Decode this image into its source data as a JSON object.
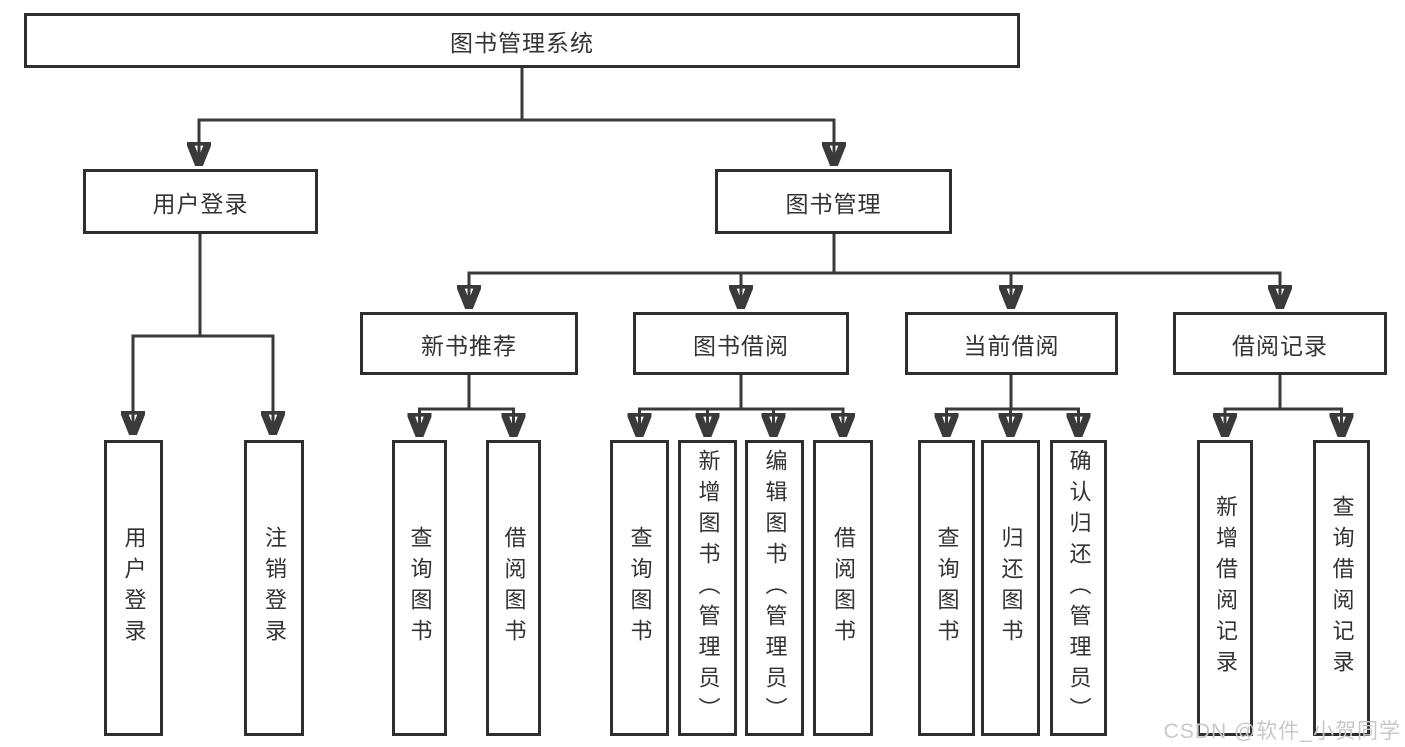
{
  "tree": {
    "label": "图书管理系统",
    "children": [
      {
        "label": "用户登录",
        "children": [
          {
            "label": "用户登录"
          },
          {
            "label": "注销登录"
          }
        ]
      },
      {
        "label": "图书管理",
        "children": [
          {
            "label": "新书推荐",
            "children": [
              {
                "label": "查询图书"
              },
              {
                "label": "借阅图书"
              }
            ]
          },
          {
            "label": "图书借阅",
            "children": [
              {
                "label": "查询图书"
              },
              {
                "label": "新增图书（管理员）"
              },
              {
                "label": "编辑图书（管理员）"
              },
              {
                "label": "借阅图书"
              }
            ]
          },
          {
            "label": "当前借阅",
            "children": [
              {
                "label": "查询图书"
              },
              {
                "label": "归还图书"
              },
              {
                "label": "确认归还（管理员）"
              }
            ]
          },
          {
            "label": "借阅记录",
            "children": [
              {
                "label": "新增借阅记录"
              },
              {
                "label": "查询借阅记录"
              }
            ]
          }
        ]
      }
    ]
  },
  "watermark": "CSDN @软件_小贺同学",
  "colors": {
    "line": "#3a3a3a",
    "box_border": "#2e2e2e",
    "text": "#333333",
    "watermark": "#c8c8c8",
    "background": "#ffffff"
  }
}
